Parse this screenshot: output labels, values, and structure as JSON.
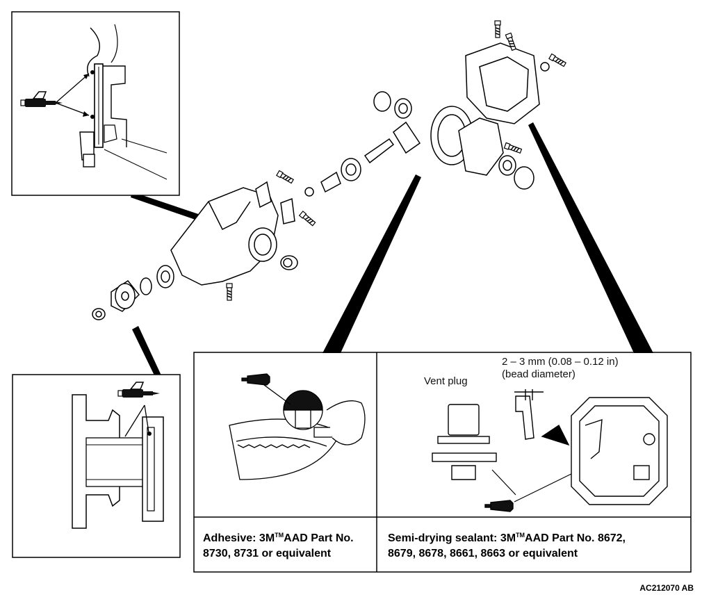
{
  "detail_right": {
    "vent_plug_label": "Vent plug",
    "bead_dim_line1": "2 – 3 mm (0.08 – 0.12 in)",
    "bead_dim_line2": "(bead diameter)"
  },
  "captions": {
    "adhesive_prefix": "Adhesive: 3M",
    "adhesive_tm": "TM",
    "adhesive_rest": "AAD Part No.",
    "adhesive_line2": "8730, 8731 or equivalent",
    "sealant_prefix": "Semi-drying sealant: 3M",
    "sealant_tm": "TM",
    "sealant_rest": "AAD Part No. 8672,",
    "sealant_line2": "8679, 8678, 8661, 8663 or equivalent"
  },
  "figure_id": "AC212070 AB",
  "icons": [
    "sealant-gun-icon",
    "sealant-tube-icon"
  ]
}
